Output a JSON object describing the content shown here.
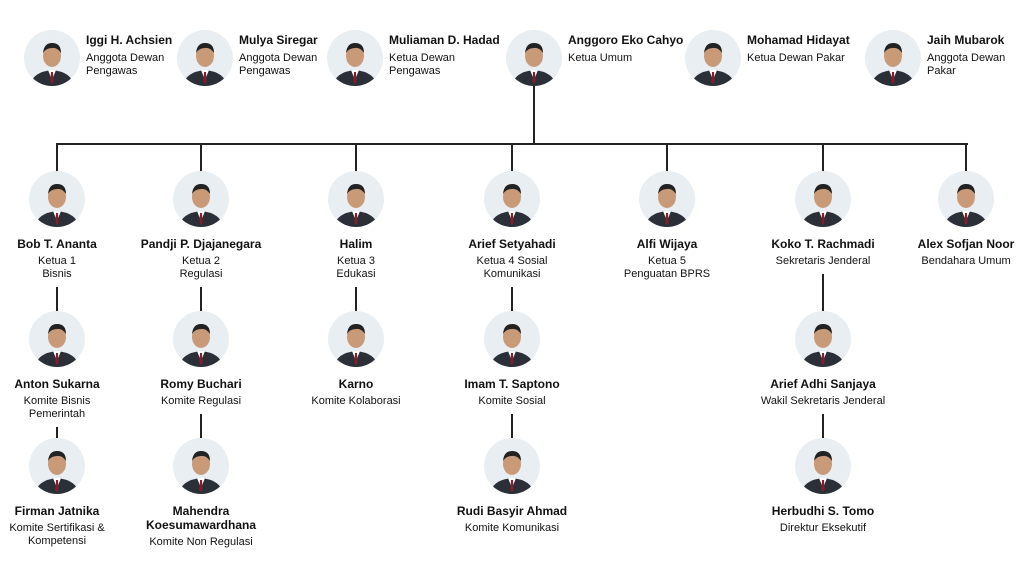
{
  "board": [
    {
      "name": "Iggi H. Achsien",
      "role": [
        "Anggota Dewan",
        "Pengawas"
      ]
    },
    {
      "name": "Mulya Siregar",
      "role": [
        "Anggota Dewan",
        "Pengawas"
      ]
    },
    {
      "name": "Muliaman D. Hadad",
      "role": [
        "Ketua Dewan",
        "Pengawas"
      ]
    },
    {
      "name": "Anggoro Eko Cahyo",
      "role": [
        "Ketua Umum"
      ]
    },
    {
      "name": "Mohamad Hidayat",
      "role": [
        "Ketua Dewan Pakar"
      ]
    },
    {
      "name": "Jaih Mubarok",
      "role": [
        "Anggota Dewan",
        "Pakar"
      ]
    }
  ],
  "columns": [
    [
      {
        "name": "Bob T. Ananta",
        "role": [
          "Ketua 1",
          "Bisnis"
        ]
      },
      {
        "name": "Anton Sukarna",
        "role": [
          "Komite Bisnis",
          "Pemerintah"
        ]
      },
      {
        "name": "Firman Jatnika",
        "role": [
          "Komite Sertifikasi &",
          "Kompetensi"
        ]
      }
    ],
    [
      {
        "name": "Pandji P. Djajanegara",
        "role": [
          "Ketua 2",
          "Regulasi"
        ]
      },
      {
        "name": "Romy Buchari",
        "role": [
          "Komite Regulasi"
        ]
      },
      {
        "name": "Mahendra Koesumawardhana",
        "name_lines": [
          "Mahendra",
          "Koesumawardhana"
        ],
        "role": [
          "Komite Non Regulasi"
        ]
      }
    ],
    [
      {
        "name": "Halim",
        "role": [
          "Ketua 3",
          "Edukasi"
        ]
      },
      {
        "name": "Karno",
        "role": [
          "Komite Kolaborasi"
        ]
      }
    ],
    [
      {
        "name": "Arief Setyahadi",
        "role": [
          "Ketua 4 Sosial",
          "Komunikasi"
        ]
      },
      {
        "name": "Imam T. Saptono",
        "role": [
          "Komite Sosial"
        ]
      },
      {
        "name": "Rudi Basyir Ahmad",
        "role": [
          "Komite Komunikasi"
        ]
      }
    ],
    [
      {
        "name": "Alfi Wijaya",
        "role": [
          "Ketua 5",
          "Penguatan BPRS"
        ]
      }
    ],
    [
      {
        "name": "Koko T. Rachmadi",
        "role": [
          "Sekretaris Jenderal"
        ]
      },
      {
        "name": "Arief Adhi Sanjaya",
        "role": [
          "Wakil Sekretaris Jenderal"
        ]
      },
      {
        "name": "Herbudhi S. Tomo",
        "role": [
          "Direktur Eksekutif"
        ]
      }
    ],
    [
      {
        "name": "Alex Sofjan Noor",
        "role": [
          "Bendahara Umum"
        ]
      }
    ]
  ],
  "colors": {
    "line": "#222222",
    "suit": "#2b2f38",
    "skin": "#c99a78",
    "bg": "#e9eef3"
  }
}
